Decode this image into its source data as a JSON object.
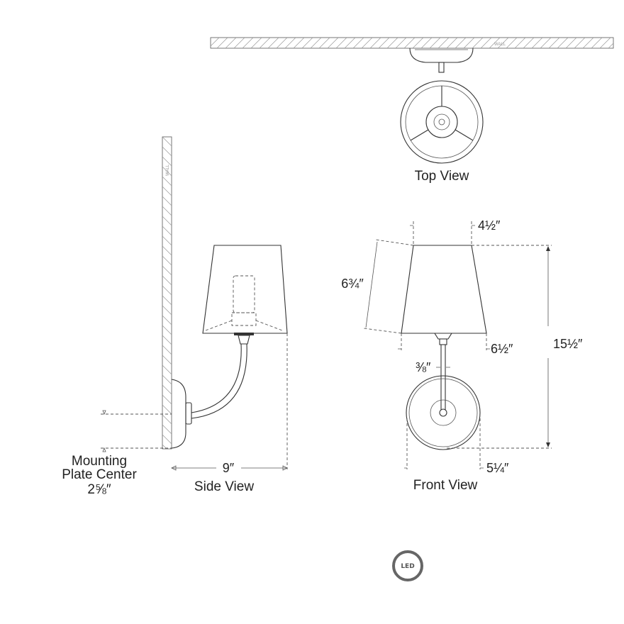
{
  "wall_label": "WALL",
  "views": {
    "top": {
      "title": "Top View"
    },
    "side": {
      "title": "Side View",
      "depth": "9″",
      "mounting_label_1": "Mounting",
      "mounting_label_2": "Plate Center",
      "mounting_value": "2⅝″"
    },
    "front": {
      "title": "Front View",
      "shade_top_width": "4½″",
      "shade_height": "6¾″",
      "shade_bottom_width": "6½″",
      "overall_height": "15½″",
      "stem_width": "⅜″",
      "backplate_width": "5¼″"
    }
  },
  "badge": {
    "label": "LED",
    "color": "#666666"
  }
}
